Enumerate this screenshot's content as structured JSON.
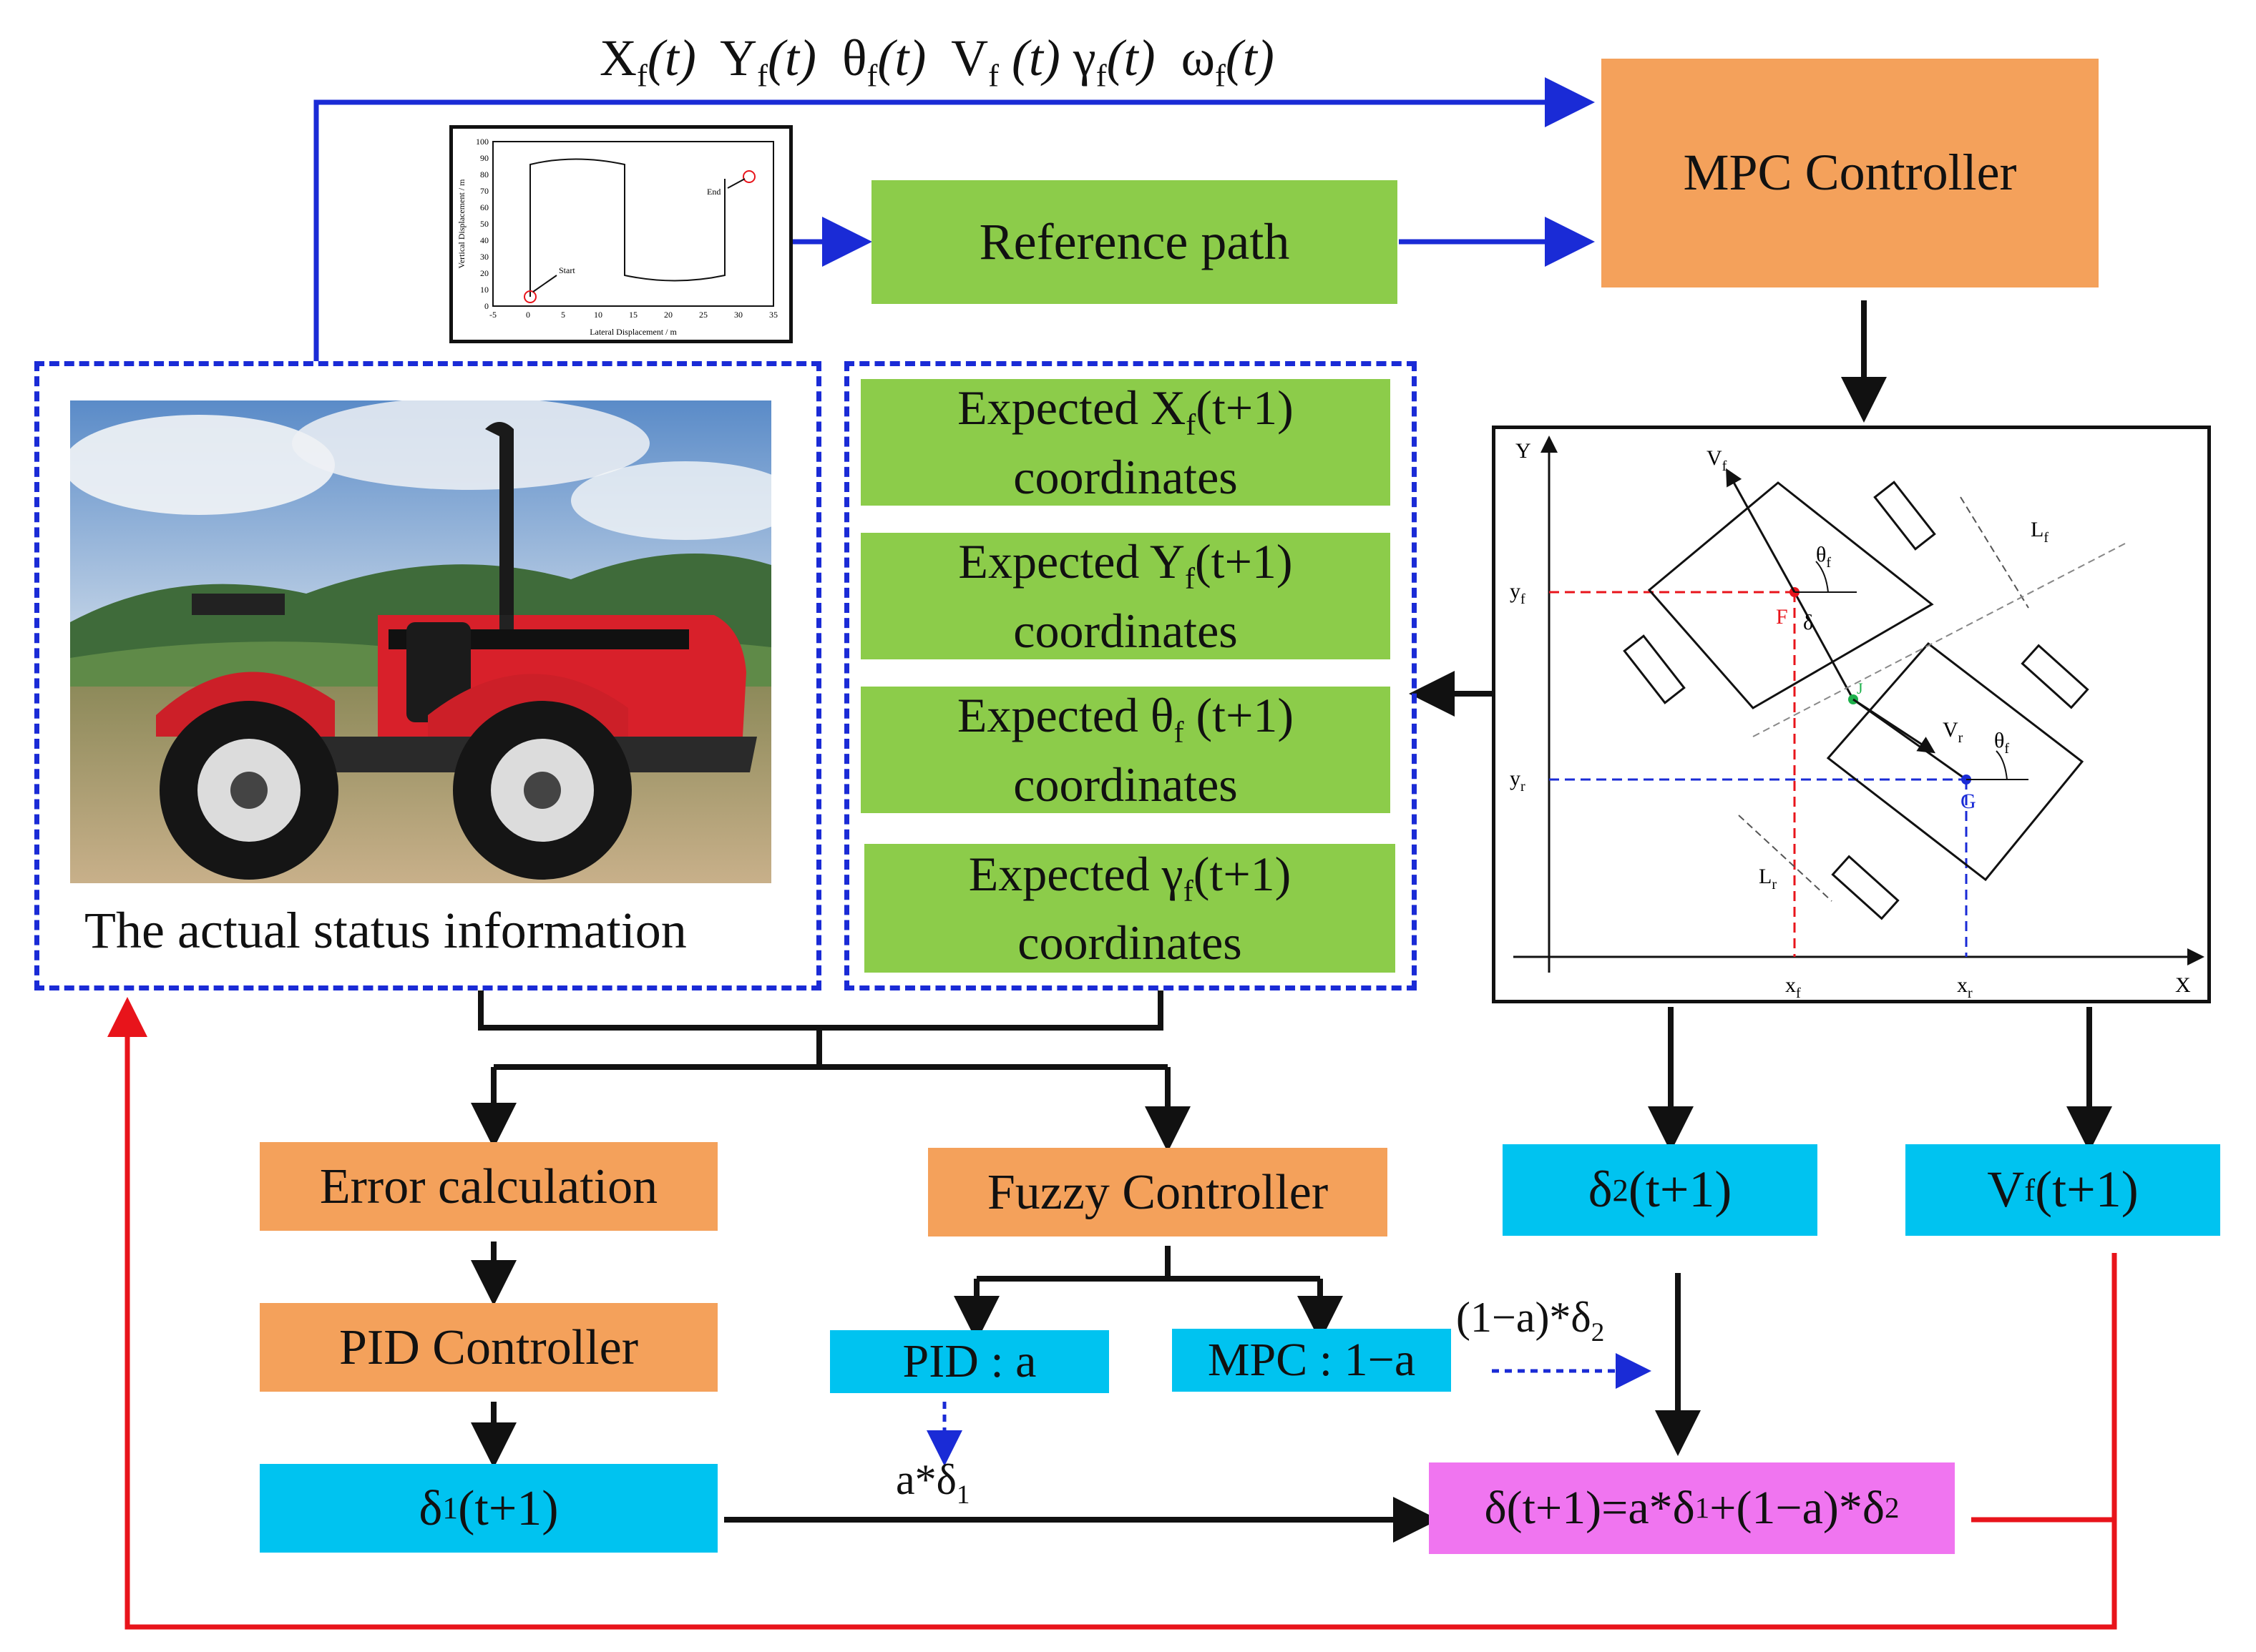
{
  "top_signals": {
    "x": "X",
    "x_sub": "f",
    "x_arg": "(t)",
    "y": "Y",
    "y_sub": "f",
    "y_arg": "(t)",
    "theta": "θ",
    "theta_sub": "f",
    "theta_arg": "(t)",
    "v": "V",
    "v_sub": "f",
    "v_arg": " (t)",
    "gamma": "γ",
    "gamma_sub": "f",
    "gamma_arg": "(t)",
    "omega": "ω",
    "omega_sub": "f",
    "omega_arg": "(t)"
  },
  "blocks": {
    "mpc_controller": "MPC Controller",
    "reference_path": "Reference path",
    "error_calculation": "Error calculation",
    "pid_controller": "PID Controller",
    "fuzzy_controller": "Fuzzy Controller",
    "pid_weight": "PID : a",
    "mpc_weight": "MPC : 1−a",
    "delta1_main": "δ",
    "delta1_sub": "1",
    "delta1_arg": "(t+1)",
    "delta2_main": "δ",
    "delta2_sub": "2",
    "delta2_arg": "(t+1)",
    "vf_main": "V",
    "vf_sub": "f",
    "vf_arg": "(t+1)",
    "combined_a": "δ(t+1)=a*δ",
    "combined_sub1": "1",
    "combined_b": "+(1−a)*δ",
    "combined_sub2": "2"
  },
  "expected": [
    {
      "prefix": "Expected ",
      "sym": "X",
      "sub": "f",
      "arg": "(t+1)",
      "line2": "coordinates"
    },
    {
      "prefix": "Expected ",
      "sym": "Y",
      "sub": "f",
      "arg": "(t+1)",
      "line2": "coordinates"
    },
    {
      "prefix": "Expected ",
      "sym": "θ",
      "sub": "f",
      "arg": " (t+1)",
      "line2": "coordinates"
    },
    {
      "prefix": "Expected ",
      "sym": "γ",
      "sub": "f",
      "arg": "(t+1)",
      "line2": "coordinates"
    }
  ],
  "actual_status_label": "The actual status information",
  "edge_labels": {
    "weighted_delta2_a": "(1−a)*δ",
    "weighted_delta2_sub": "2",
    "weighted_delta1_a": "a*δ",
    "weighted_delta1_sub": "1"
  },
  "reference_chart": {
    "ylabel": "Vertical Displacement / m",
    "xlabel": "Lateral Displacement / m",
    "x_ticks": [
      "-5",
      "0",
      "5",
      "10",
      "15",
      "20",
      "25",
      "30",
      "35"
    ],
    "y_ticks": [
      "0",
      "10",
      "20",
      "30",
      "40",
      "50",
      "60",
      "70",
      "80",
      "90",
      "100"
    ],
    "start_label": "Start",
    "end_label": "End"
  },
  "kinematics": {
    "axis_x": "X",
    "axis_y": "Y",
    "vf": "V",
    "vf_sub": "f",
    "vr": "V",
    "vr_sub": "r",
    "theta_f": "θ",
    "theta_f_sub": "f",
    "theta_r": "θ",
    "theta_r_sub": "f",
    "lf": "L",
    "lf_sub": "f",
    "lr": "L",
    "lr_sub": "r",
    "yf": "y",
    "yf_sub": "f",
    "yr": "y",
    "yr_sub": "r",
    "xf": "x",
    "xf_sub": "f",
    "xr": "x",
    "xr_sub": "r",
    "delta": "δ",
    "point_f": "F",
    "point_g": "G",
    "point_j": "J"
  },
  "colors": {
    "orange": "#f4a15b",
    "green": "#8ccc4a",
    "cyan": "#00c3f0",
    "pink": "#f075f0",
    "blue_line": "#1a2bd6",
    "red_line": "#e8141b",
    "black_line": "#111111"
  }
}
